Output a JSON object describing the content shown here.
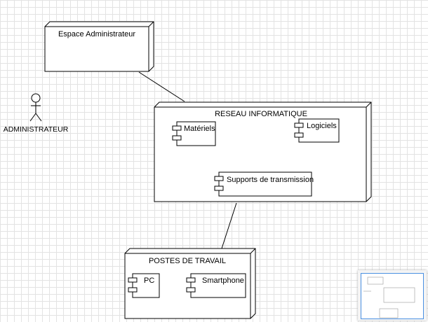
{
  "nodes": {
    "espace": {
      "title": "Espace Administrateur"
    },
    "reseau": {
      "title": "RESEAU INFORMATIQUE",
      "components": [
        "Matériels",
        "Logiciels",
        "Supports de transmission"
      ]
    },
    "postes": {
      "title": "POSTES DE TRAVAIL",
      "components": [
        "PC",
        "Smartphone"
      ]
    }
  },
  "actor": {
    "label": "ADMINISTRATEUR"
  },
  "colors": {
    "stroke": "#000000",
    "minimap_border": "#4a90e2"
  }
}
